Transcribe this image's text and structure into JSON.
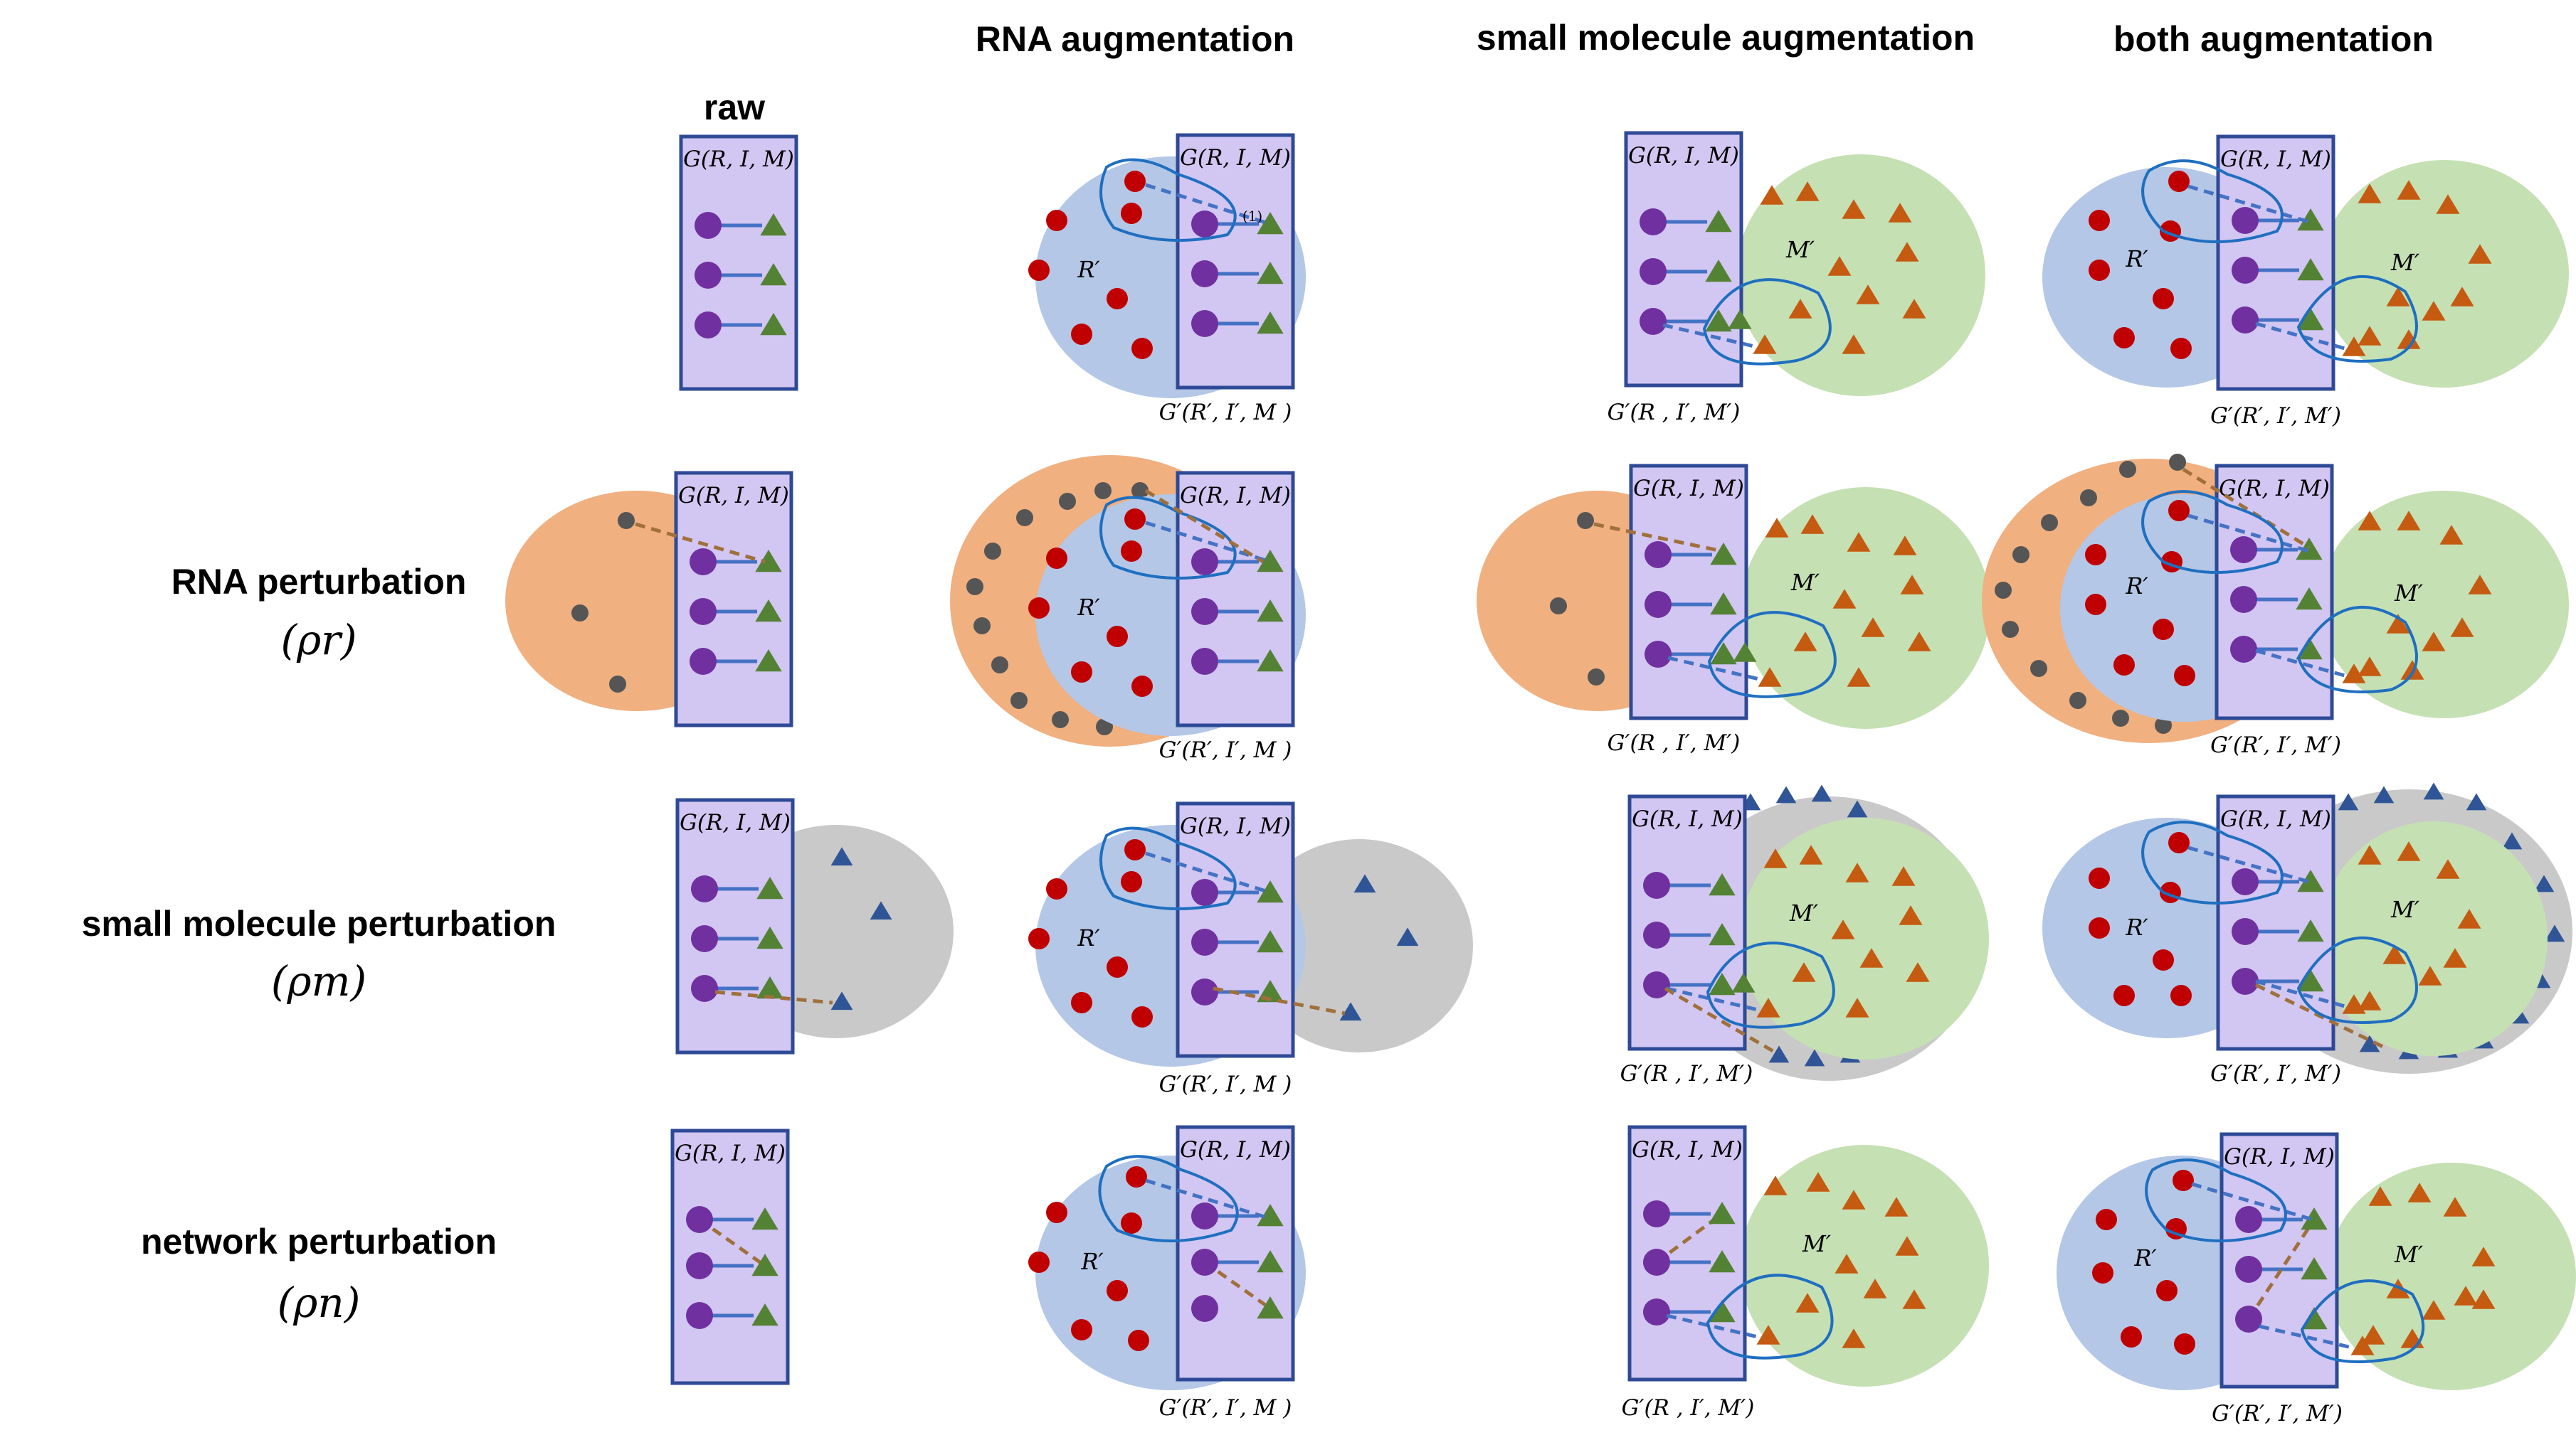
{
  "headers": {
    "raw": "raw",
    "rna_aug": "RNA augmentation",
    "sm_aug": "small molecule augmentation",
    "both_aug": "both augmentation"
  },
  "rows": [
    {
      "label": "",
      "sublabel": ""
    },
    {
      "label": "RNA perturbation",
      "sublabel": "(ρr)"
    },
    {
      "label": "small molecule perturbation",
      "sublabel": "(ρm)"
    },
    {
      "label": "network perturbation",
      "sublabel": "(ρn)"
    }
  ],
  "labels": {
    "graph": "G(R, I, M)",
    "g_rna": "G′(R′, I′, M )",
    "g_sm": "G′(R , I′, M′)",
    "g_both": "G′(R′, I′, M′)",
    "r_prime": "R′",
    "m_prime": "M′",
    "marker_1": "(1)"
  },
  "colors": {
    "graph_fill": "#d2c6f2",
    "graph_stroke": "#2e4a96",
    "rna_fill": "#b4c7e7",
    "mol_fill": "#c5e0b3",
    "rna_pert_fill": "#f0b080",
    "mol_pert_fill": "#c9c9c9",
    "node_purple": "#7030a0",
    "node_red": "#c00000",
    "tri_green": "#548235",
    "tri_orange": "#c55a11",
    "tri_blue": "#2f5597",
    "dot_gray": "#555555",
    "edge_blue": "#4472c4",
    "edge_brown": "#a0703c",
    "loop_blue": "#1f6fc0"
  }
}
